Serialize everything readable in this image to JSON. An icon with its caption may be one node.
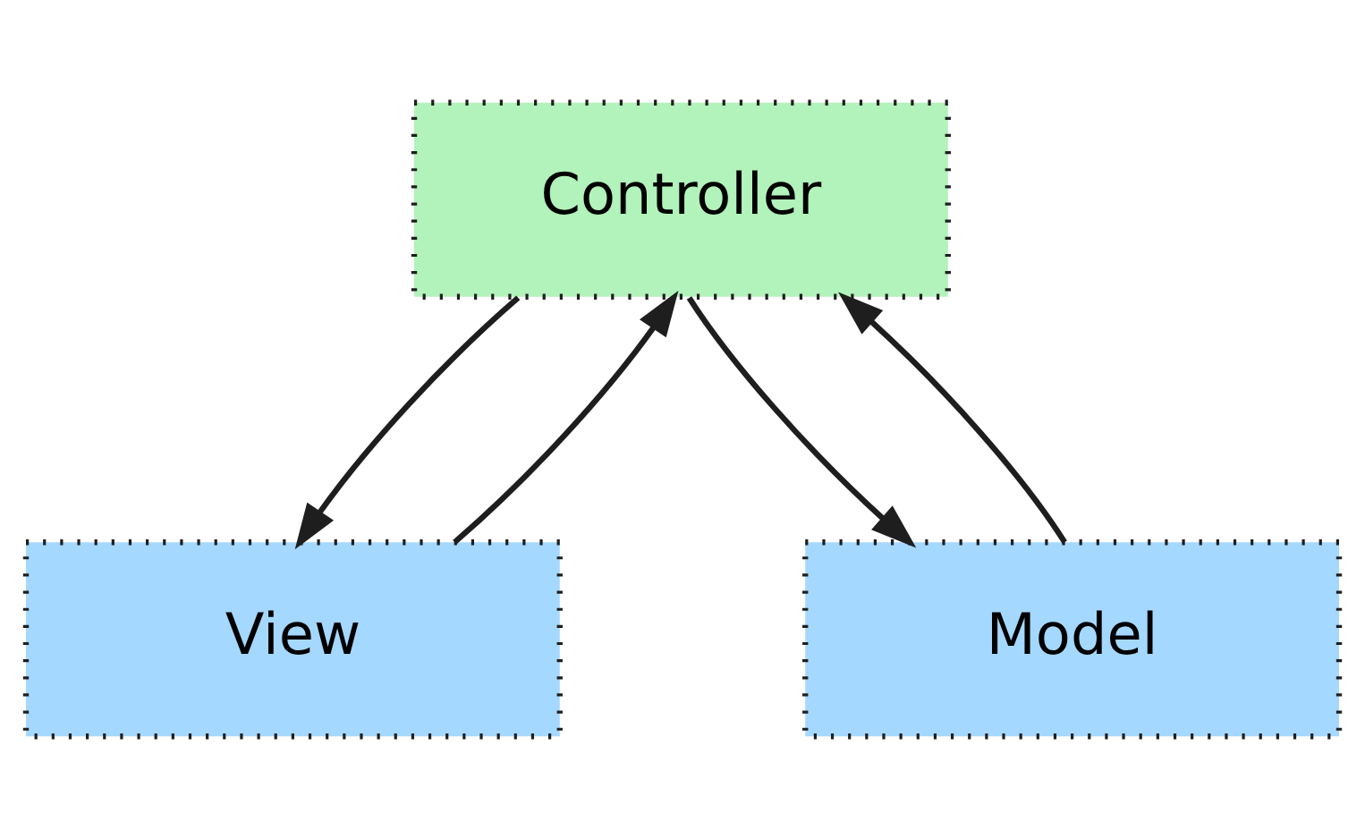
{
  "diagram": {
    "nodes": [
      {
        "text": [
          "Controller"
        ]
      },
      {
        "text": [
          "View"
        ]
      },
      {
        "text": [
          "Model"
        ]
      }
    ],
    "edges": [
      {
        "from": 0,
        "to": 1,
        "arrow": "to"
      },
      {
        "from": 1,
        "to": 0,
        "arrow": "to"
      },
      {
        "from": 0,
        "to": 2,
        "arrow": "to"
      },
      {
        "from": 2,
        "to": 0,
        "arrow": "to"
      }
    ]
  }
}
